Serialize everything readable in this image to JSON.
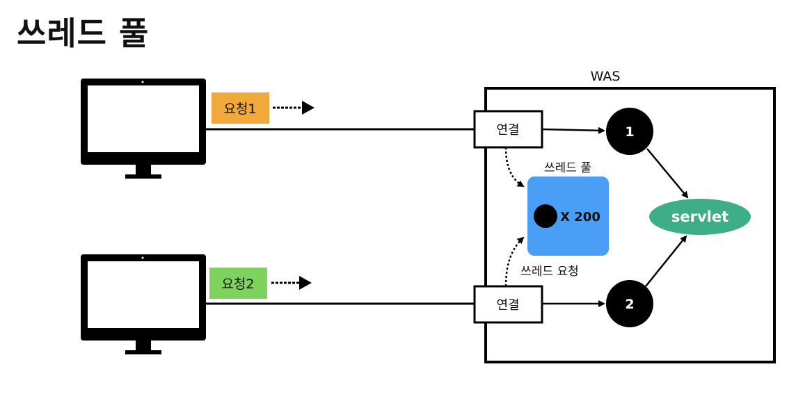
{
  "title": "쓰레드 풀",
  "was_label": "WAS",
  "requests": [
    {
      "label": "요청1",
      "color": "#F0A93A"
    },
    {
      "label": "요청2",
      "color": "#7ED35C"
    }
  ],
  "connection_label": "연결",
  "threads": [
    "1",
    "2"
  ],
  "thread_pool": {
    "title": "쓰레드 풀",
    "count_label": "X 200",
    "color": "#4A9EF5"
  },
  "thread_request_label": "쓰레드 요청",
  "servlet": {
    "label": "servlet",
    "color": "#3DAE85"
  }
}
